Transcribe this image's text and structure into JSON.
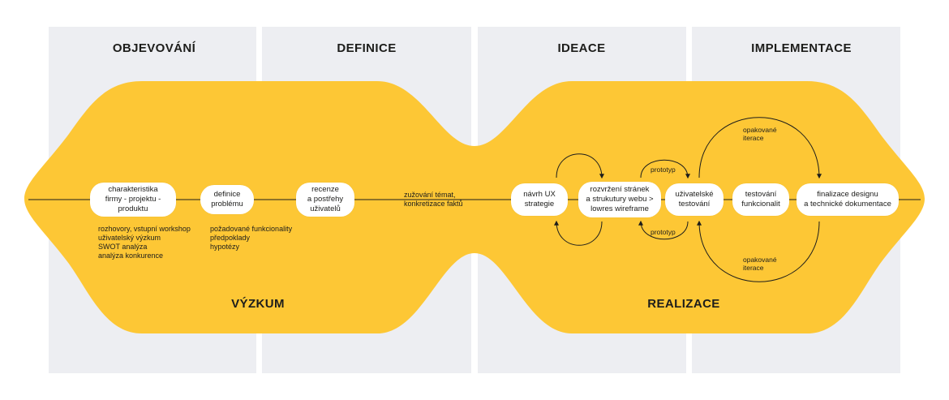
{
  "phases": [
    "OBJEVOVÁNÍ",
    "DEFINICE",
    "IDEACE",
    "IMPLEMENTACE"
  ],
  "colors": {
    "yellow": "#fdc735",
    "panel": "#edeef2",
    "text": "#1d1d1b"
  },
  "nodes": {
    "charakteristika": "charakteristika\nfirmy - projektu -\nproduktu",
    "definice": "definice\nproblému",
    "recenze": "recenze\na postřehy\nuživatelů",
    "navrh": "návrh UX\nstrategie",
    "rozvrzeni": "rozvržení stránek\na strukutury webu >\nlowres wireframe",
    "uzivatelske": "uživatelské\ntestování",
    "testovani": "testování\nfunkcionalit",
    "finalizace": "finalizace designu\na technické dokumentace"
  },
  "notes": {
    "vyzkum_methods": "rozhovory, vstupní workshop\nuživatelský výzkum\nSWOT analýza\nanalýza konkurence",
    "definice_items": "požadované funkcionality\npředpoklady\nhypotézy",
    "zuzovani": "zužování témat,\nkonkretizace faktů",
    "prototyp_top": "prototyp",
    "prototyp_bottom": "prototyp",
    "iterace_top": "opakované\niterace",
    "iterace_bottom": "opakované\niterace"
  },
  "sections": {
    "left": "VÝZKUM",
    "right": "REALIZACE"
  }
}
